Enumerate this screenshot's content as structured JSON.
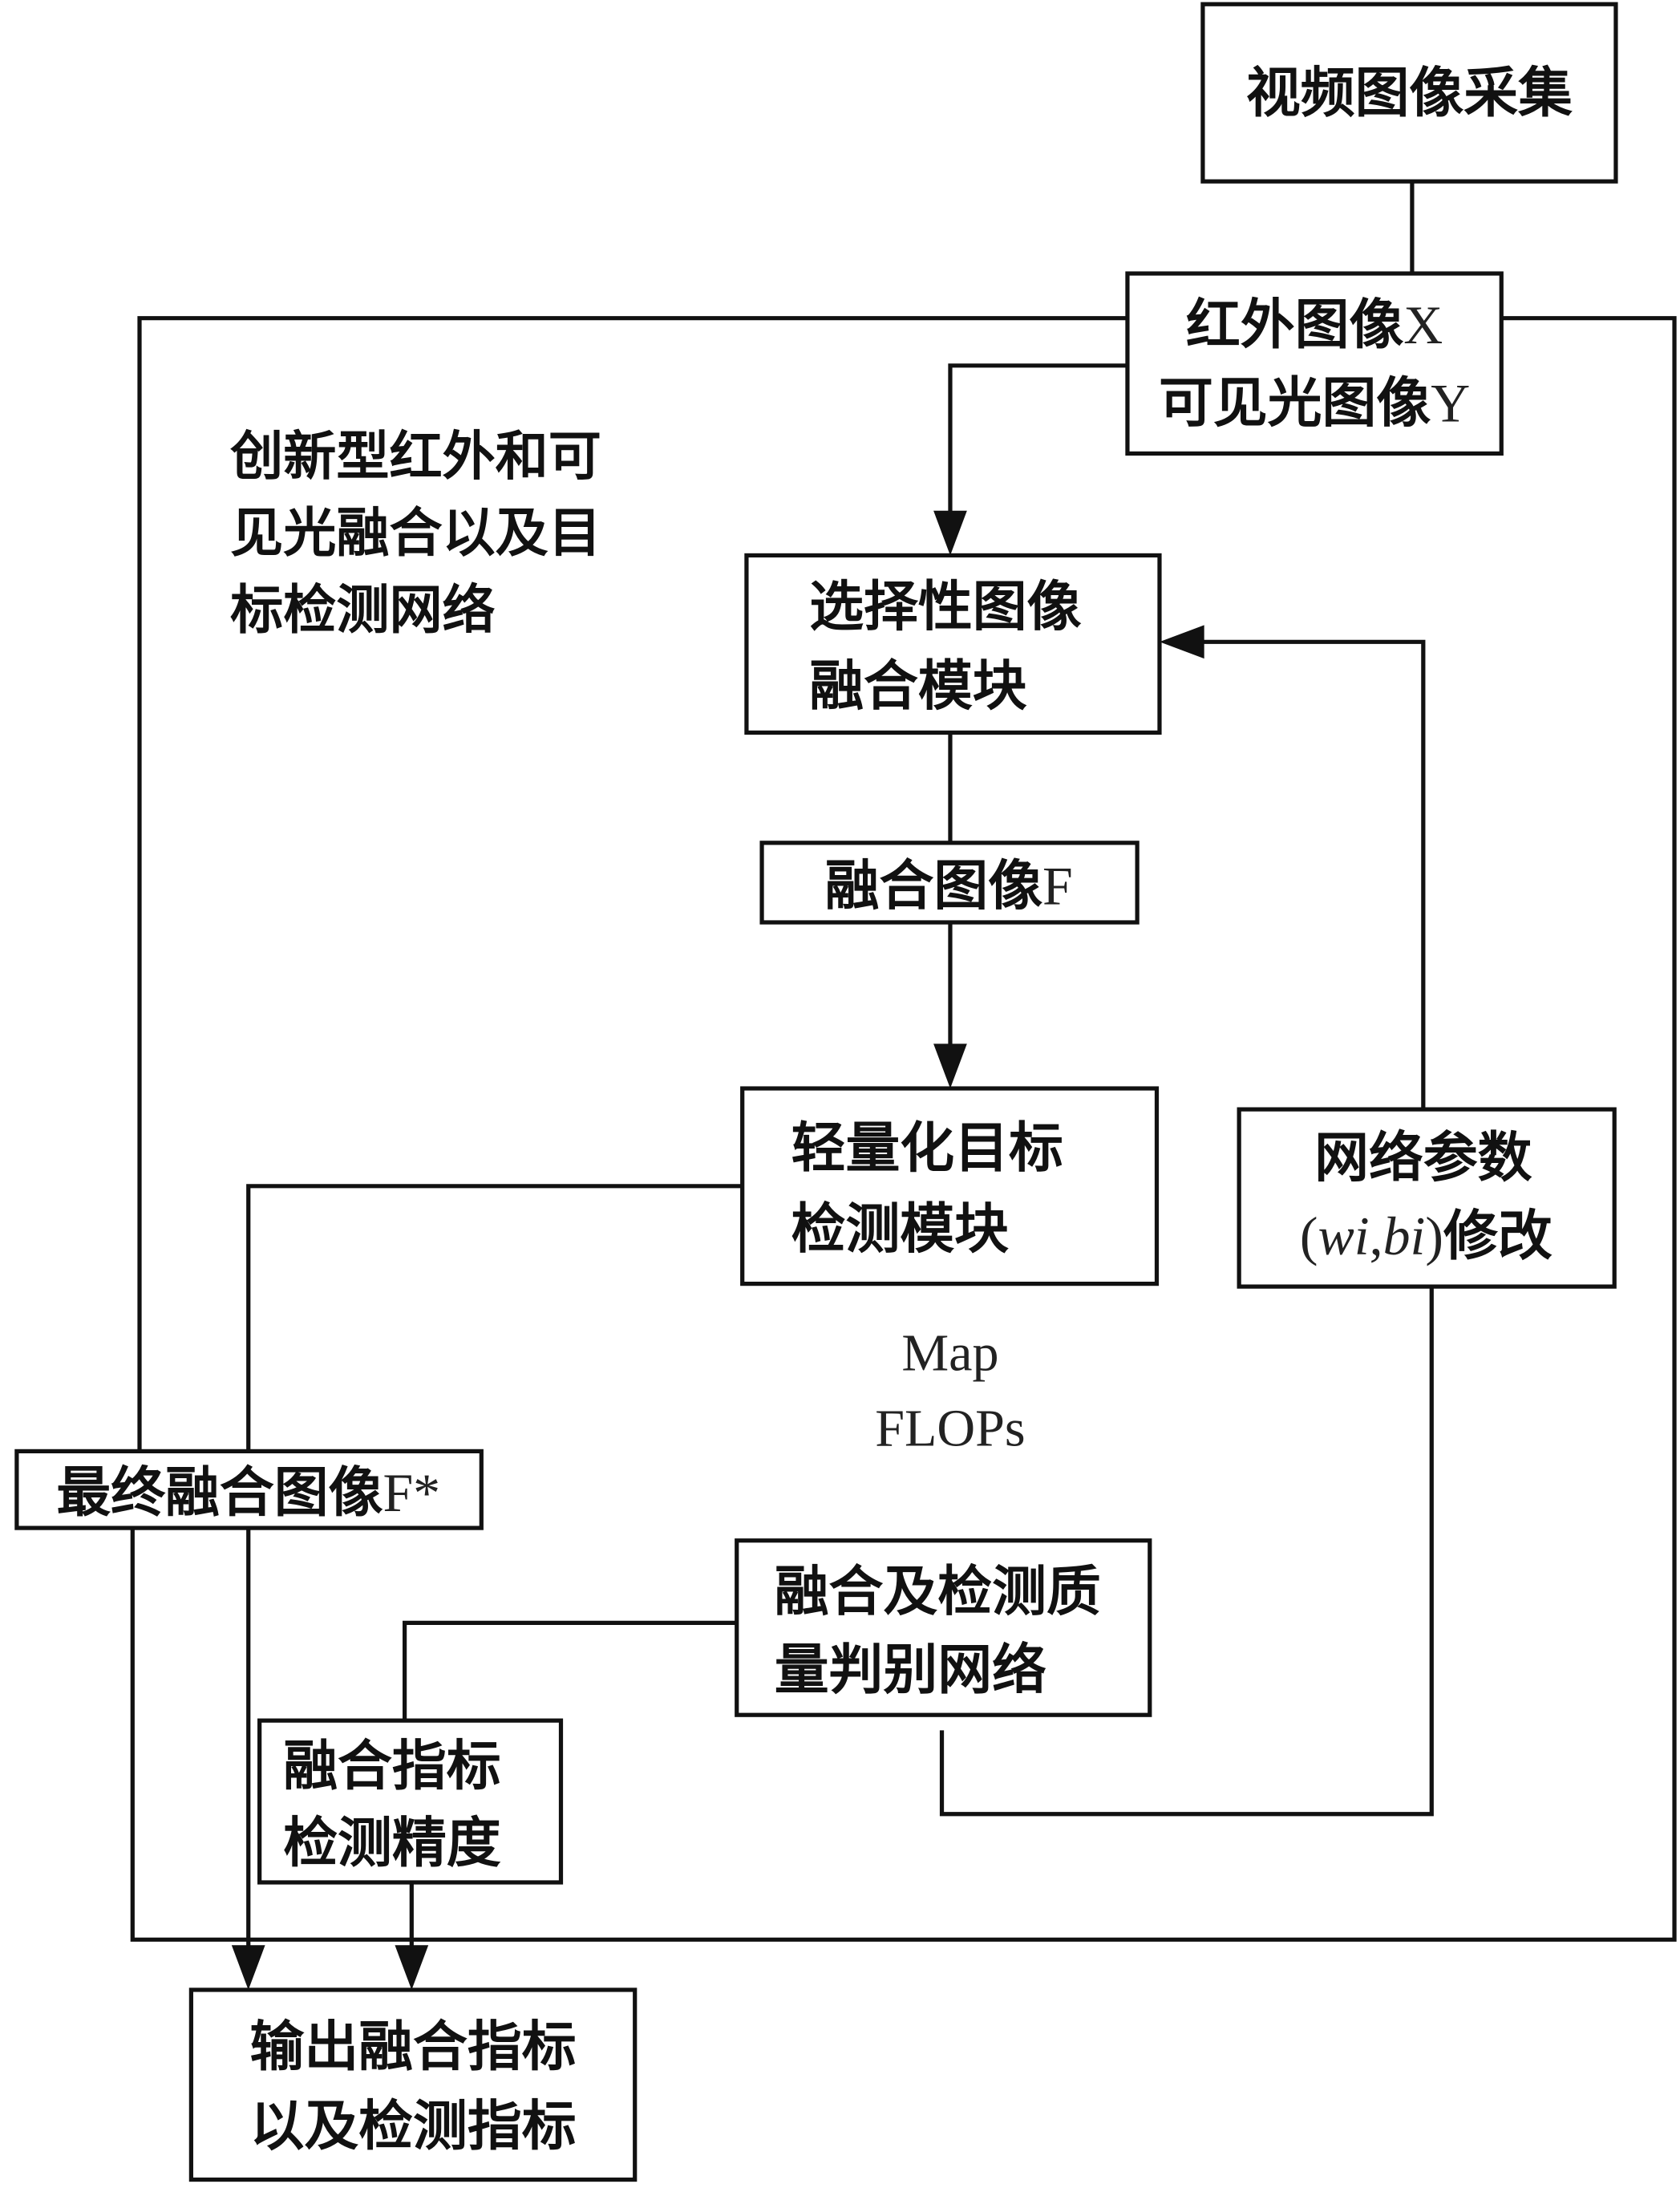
{
  "diagram": {
    "type": "flowchart",
    "title_note": [
      "创新型红外和可",
      "见光融合以及目",
      "标检测网络"
    ],
    "nodes": {
      "video_capture": {
        "lines": [
          "视频图像采集"
        ]
      },
      "input_images": {
        "line1_cn": "红外图像",
        "line1_var": "X",
        "line2_cn": "可见光图像",
        "line2_var": "Y"
      },
      "selective_fusion": {
        "lines": [
          "选择性图像",
          "融合模块"
        ]
      },
      "fused_image": {
        "cn": "融合图像",
        "var": "F"
      },
      "lightweight_detection": {
        "lines": [
          "轻量化目标",
          "检测模块"
        ]
      },
      "final_fused_image": {
        "cn": "最终融合图像",
        "var": "F*"
      },
      "network_params": {
        "line1": "网络参数",
        "paren_open": "(",
        "w": "wi",
        "comma": ",",
        "b": "bi",
        "paren_close": ")",
        "suffix": "修改"
      },
      "quality_discriminator": {
        "lines": [
          "融合及检测质",
          "量判别网络"
        ]
      },
      "metrics": {
        "lines": [
          "融合指标",
          "检测精度"
        ]
      },
      "output": {
        "lines": [
          "输出融合指标",
          "以及检测指标"
        ]
      }
    },
    "annotations": {
      "map": "Map",
      "flops": "FLOPs"
    },
    "edges": [
      {
        "from": "video_capture",
        "to": "input_images",
        "arrow": false
      },
      {
        "from": "input_images",
        "to": "selective_fusion",
        "arrow": true
      },
      {
        "from": "selective_fusion",
        "to": "fused_image",
        "arrow": false
      },
      {
        "from": "fused_image",
        "to": "lightweight_detection",
        "arrow": true
      },
      {
        "from": "lightweight_detection",
        "to": "final_fused_image",
        "arrow": false
      },
      {
        "from": "network_params",
        "to": "selective_fusion",
        "arrow": true
      },
      {
        "from": "quality_discriminator",
        "to": "network_params",
        "arrow": false
      },
      {
        "from": "quality_discriminator",
        "to": "metrics",
        "arrow": false
      },
      {
        "from": "final_fused_image",
        "to": "output",
        "arrow": true
      },
      {
        "from": "metrics",
        "to": "output",
        "arrow": true
      },
      {
        "from": "input_images",
        "to": "final_fused_image",
        "arrow": false
      },
      {
        "from": "input_images",
        "to": "output_loop",
        "arrow": false
      }
    ]
  }
}
